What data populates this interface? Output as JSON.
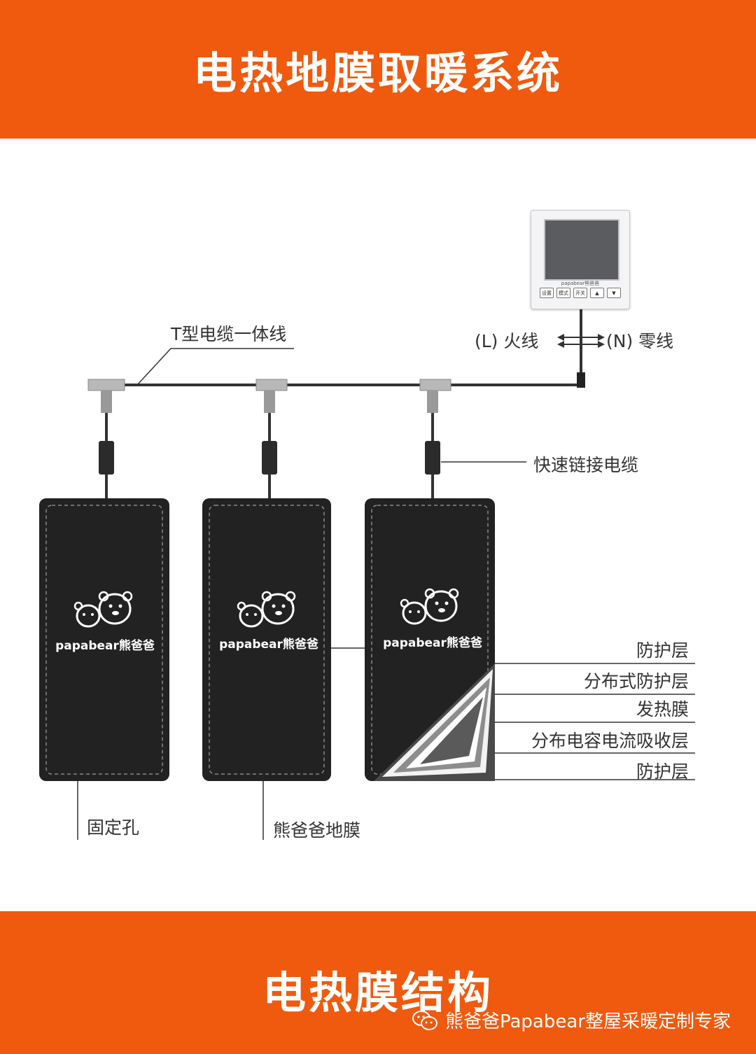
{
  "header": {
    "title": "电热地膜取暖系统"
  },
  "footer": {
    "title": "电热膜结构",
    "watermark": "熊爸爸Papabear整屋采暖定制专家"
  },
  "labels": {
    "t_cable": "T型电缆一体线",
    "live_wire": "(L) 火线",
    "neutral_wire": "(N) 零线",
    "quick_cable": "快速链接电缆",
    "fixing_hole": "固定孔",
    "floor_film": "熊爸爸地膜"
  },
  "layers": [
    "防护层",
    "分布式防护层",
    "发热膜",
    "分布电容电流吸收层",
    "防护层"
  ],
  "brand": {
    "logo_text": "papabear熊爸爸"
  },
  "thermostat": {
    "brand": "papabear熊爸爸",
    "keys": [
      "设置",
      "模式",
      "开关",
      "▲",
      "▼"
    ]
  },
  "colors": {
    "accent": "#f05a0e",
    "panel": "#222222",
    "line": "#333333"
  }
}
